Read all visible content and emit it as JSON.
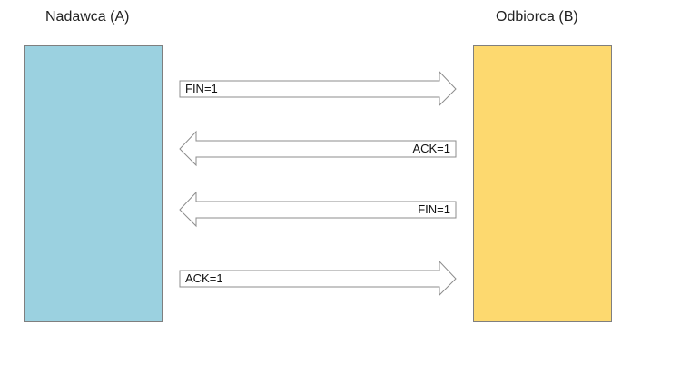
{
  "sender": {
    "title": "Nadawca (A)",
    "color": "#9BD1E0"
  },
  "receiver": {
    "title": "Odbiorca (B)",
    "color": "#FDD96F"
  },
  "messages": [
    {
      "label": "FIN=1",
      "direction": "A-to-B"
    },
    {
      "label": "ACK=1",
      "direction": "B-to-A"
    },
    {
      "label": "FIN=1",
      "direction": "B-to-A"
    },
    {
      "label": "ACK=1",
      "direction": "A-to-B"
    }
  ]
}
